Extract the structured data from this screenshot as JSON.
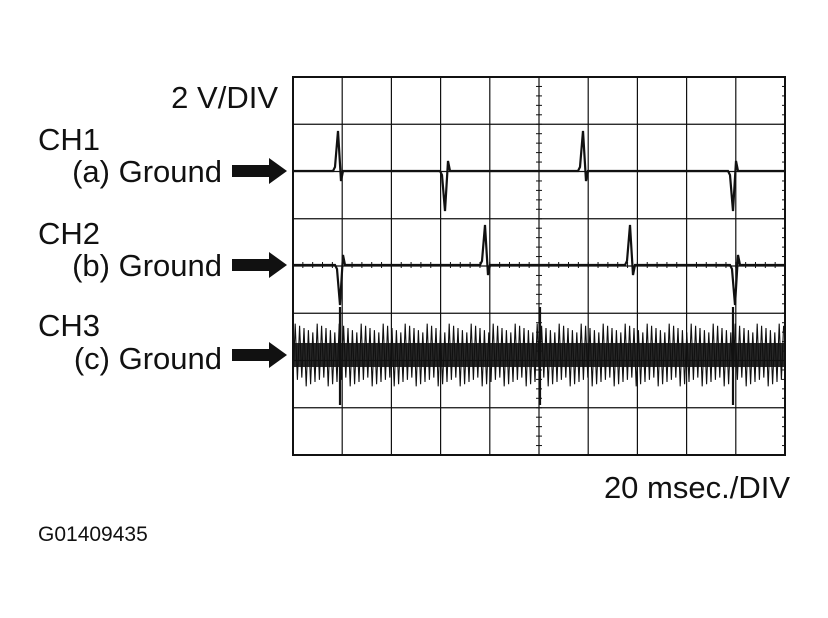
{
  "scale": {
    "voltage": "2 V/DIV",
    "time": "20 msec./DIV"
  },
  "channels": [
    {
      "name": "CH1",
      "label": "(a) Ground"
    },
    {
      "name": "CH2",
      "label": "(b) Ground"
    },
    {
      "name": "CH3",
      "label": "(c) Ground"
    }
  ],
  "figure_id": "G01409435",
  "colors": {
    "ink": "#111111",
    "background": "#ffffff"
  },
  "icons": [
    "arrow-right-icon"
  ]
}
